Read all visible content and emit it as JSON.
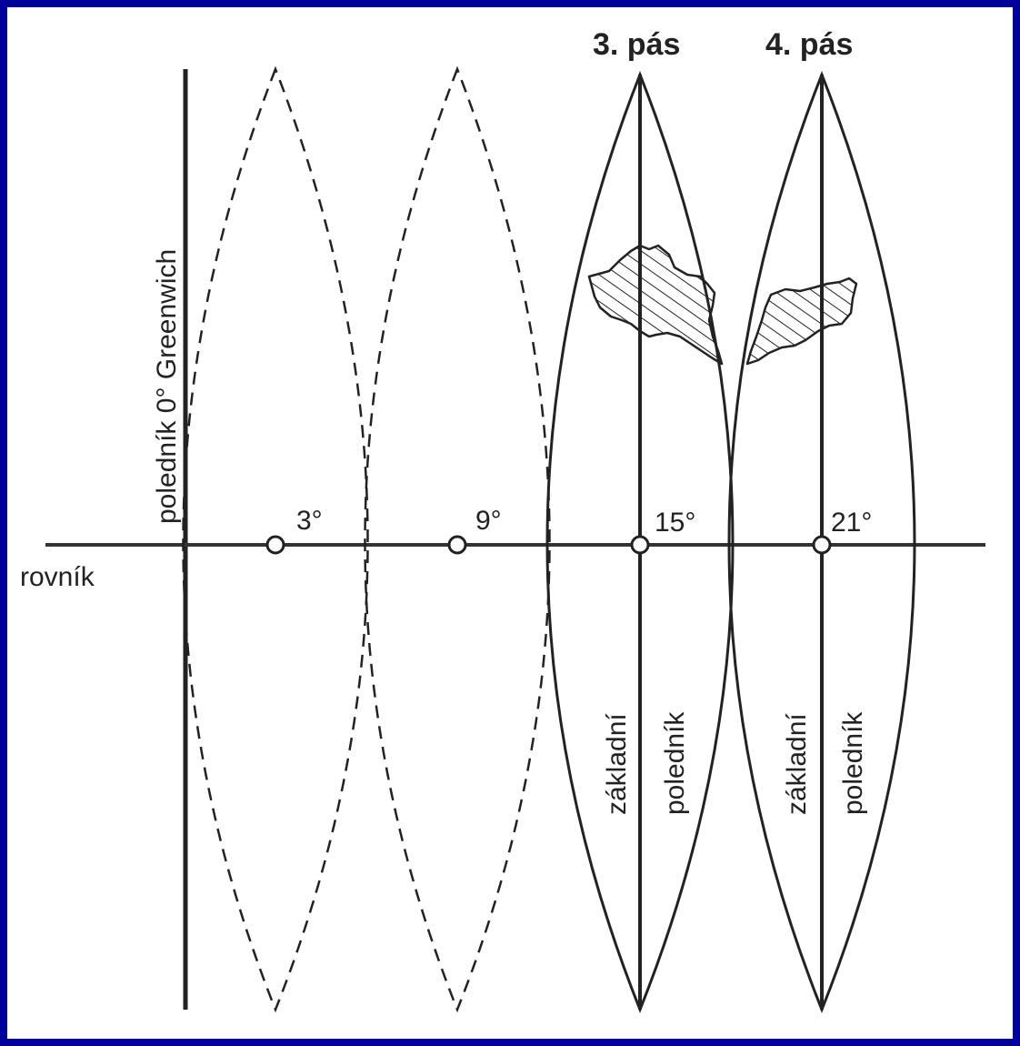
{
  "diagram": {
    "greenwich_label": "poledník 0° Greenwich",
    "equator_label": "rovník",
    "zones": [
      {
        "meridian_label": "3°",
        "style": "dashed"
      },
      {
        "meridian_label": "9°",
        "style": "dashed"
      },
      {
        "meridian_label": "15°",
        "style": "solid",
        "title": "3. pás",
        "axis_label_left": "základní",
        "axis_label_right": "poledník"
      },
      {
        "meridian_label": "21°",
        "style": "solid",
        "title": "4. pás",
        "axis_label_left": "základní",
        "axis_label_right": "poledník"
      }
    ],
    "colors": {
      "frame": "#00009b",
      "ink": "#222222",
      "background": "#ffffff"
    }
  }
}
